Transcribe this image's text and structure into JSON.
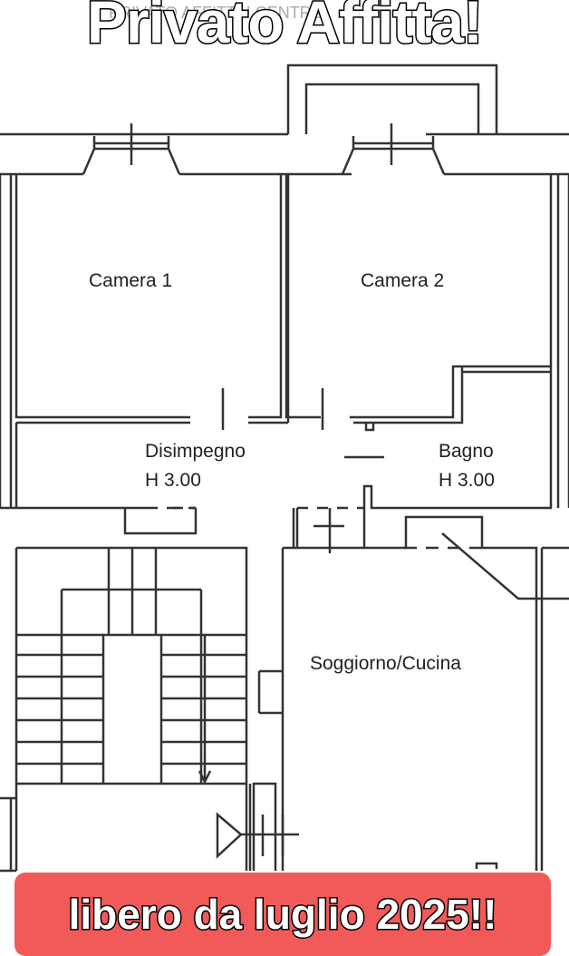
{
  "headline": "Privato Affitta!",
  "banner": "libero da luglio 2025!!",
  "faint_top_text": "PRIVATO AFFITTA! CENTRO",
  "rooms": {
    "camera1": "Camera 1",
    "camera2": "Camera 2",
    "disimpegno": "Disimpegno",
    "disimpegno_height": "H 3.00",
    "bagno": "Bagno",
    "bagno_height": "H 3.00",
    "soggiorno": "Soggiorno/Cucina"
  },
  "colors": {
    "banner": "#f25a5a",
    "wall": "#333333",
    "text_fill": "#ffffff",
    "text_stroke": "#000000"
  }
}
